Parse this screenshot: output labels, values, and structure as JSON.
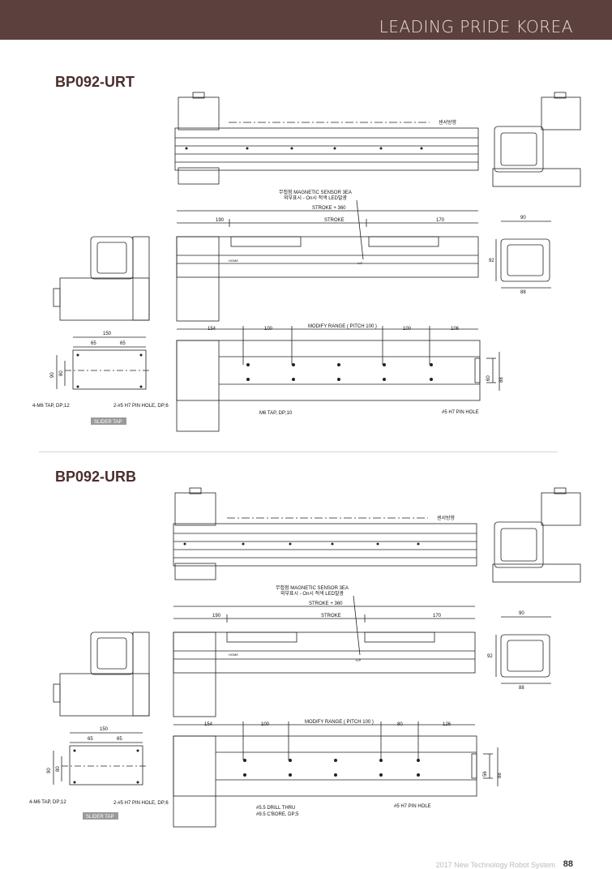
{
  "header": {
    "tagline": "LEADING PRIDE KOREA"
  },
  "sections": [
    {
      "model": "BP092-URT",
      "sensor_note": "센서방향",
      "sensor_label_1": "무접점 MAGNETIC SENSOR 3EA",
      "sensor_label_2": "외부표시 - On시 적색 LED발광",
      "stroke_total": "STROKE + 360",
      "dim_left": "190",
      "dim_stroke": "STROKE",
      "dim_right": "170",
      "end_width": "90",
      "end_height": "92",
      "end_base": "88",
      "bot_154": "154",
      "bot_100a": "100",
      "modify_range": "MODIFY RANGE ( PITCH 100 )",
      "bot_100b": "100",
      "bot_last": "106",
      "bot_h60": "60",
      "bot_h88": "88",
      "tap_note": "M6 TAP, DP;10",
      "pin_note": "#5 H7 PIN HOLE",
      "slider_150": "150",
      "slider_65a": "65",
      "slider_65b": "65",
      "slider_90": "90",
      "slider_80": "80",
      "slider_tap": "4-M6 TAP, DP;12",
      "slider_pin": "2-#5 H7 PIN HOLE, DP;6",
      "slider_badge": "SLIDER TAP",
      "home": "HOME",
      "lp": "+LP"
    },
    {
      "model": "BP092-URB",
      "sensor_note": "센서방향",
      "sensor_label_1": "무접점 MAGNETIC SENSOR 3EA",
      "sensor_label_2": "외부표시 - On시 적색 LED발광",
      "stroke_total": "STROKE + 360",
      "dim_left": "190",
      "dim_stroke": "STROKE",
      "dim_right": "170",
      "end_width": "90",
      "end_height": "92",
      "end_base": "88",
      "bot_154": "154",
      "bot_100a": "100",
      "modify_range": "MODIFY RANGE ( PITCH 100 )",
      "bot_100b": "80",
      "bot_last": "126",
      "bot_h60": "56",
      "bot_h88": "88",
      "tap_note": "#5.5 DRILL THRU",
      "tap_note_2": "#9.5 C'BORE, DP;5",
      "pin_note": "#5 H7 PIN HOLE",
      "slider_150": "150",
      "slider_65a": "65",
      "slider_65b": "65",
      "slider_90": "90",
      "slider_80": "80",
      "slider_tap": "4-M6 TAP, DP;12",
      "slider_pin": "2-#5 H7 PIN HOLE, DP;6",
      "slider_badge": "SLIDER TAP",
      "home": "HOME",
      "lp": "+LP"
    }
  ],
  "footer": {
    "text": "2017 New Technology Robot System",
    "page": "88"
  }
}
